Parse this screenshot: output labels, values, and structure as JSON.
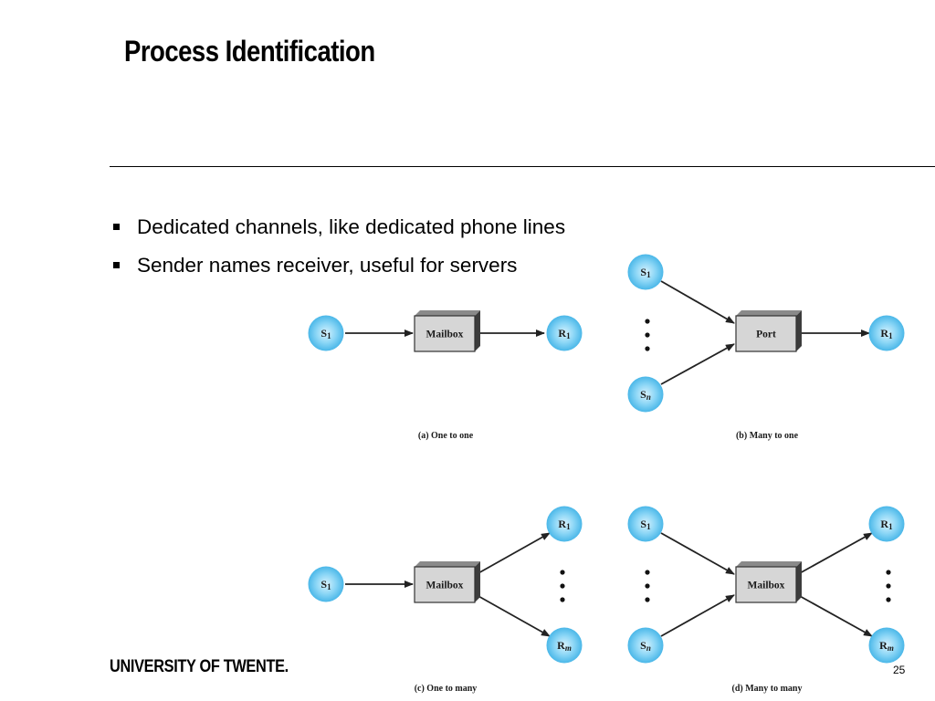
{
  "slide": {
    "title": "Process Identification",
    "bullets": [
      "Dedicated channels, like dedicated phone lines",
      "Sender names receiver, useful for servers"
    ],
    "footer_logo": "UNIVERSITY OF TWENTE.",
    "page_number": "25"
  },
  "figure": {
    "labels": {
      "s1_letter": "S",
      "s1_sub": "1",
      "sn_letter": "S",
      "sn_sub": "n",
      "r1_letter": "R",
      "r1_sub": "1",
      "rm_letter": "R",
      "rm_sub": "m",
      "mailbox": "Mailbox",
      "port": "Port"
    },
    "captions": {
      "a": "(a) One to one",
      "b": "(b) Many to one",
      "c": "(c) One to many",
      "d": "(d) Many to many"
    },
    "colors": {
      "node_fill": "#5cc2ee",
      "node_center": "#d8f2fd",
      "box_fill": "#d6d6d6",
      "box_dark": "#555555"
    }
  }
}
